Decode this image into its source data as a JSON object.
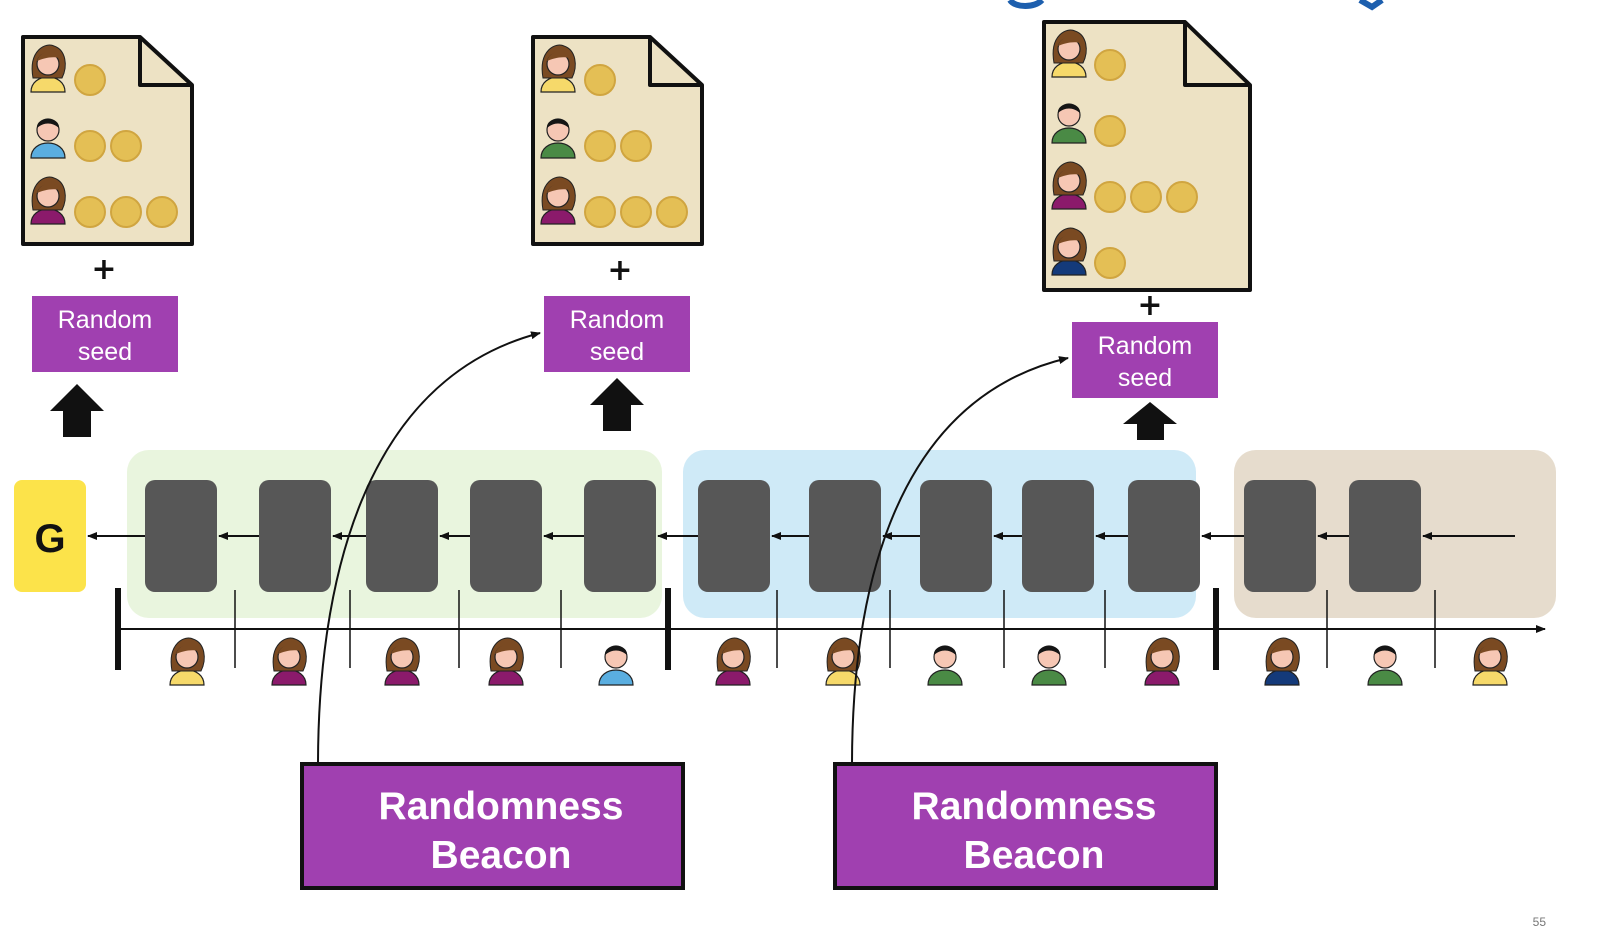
{
  "colors": {
    "accent_purple": "#a040b0",
    "block": "#575757",
    "epoch1_bg": "#e9f5de",
    "epoch2_bg": "#cfeaf7",
    "epoch3_bg": "#e6dccd",
    "genesis": "#fce34a",
    "document": "#ede2c4",
    "coin": "#e4bf55",
    "user_yellow": "#f6d96a",
    "user_blue": "#5aaee0",
    "user_purple": "#8b1a6b",
    "user_green": "#4a8a45",
    "user_navy": "#143a7a"
  },
  "genesis": {
    "label": "G"
  },
  "documents": [
    {
      "plus": "+",
      "seed_label": [
        "Random",
        "seed"
      ],
      "stakes": [
        {
          "user": "yellow-female",
          "coins": 1
        },
        {
          "user": "blue-male",
          "coins": 2
        },
        {
          "user": "purple-female",
          "coins": 3
        }
      ]
    },
    {
      "plus": "+",
      "seed_label": [
        "Random",
        "seed"
      ],
      "stakes": [
        {
          "user": "yellow-female",
          "coins": 1
        },
        {
          "user": "green-male",
          "coins": 2
        },
        {
          "user": "purple-female",
          "coins": 3
        }
      ]
    },
    {
      "plus": "+",
      "seed_label": [
        "Random",
        "seed"
      ],
      "stakes": [
        {
          "user": "yellow-female",
          "coins": 1
        },
        {
          "user": "green-male",
          "coins": 1
        },
        {
          "user": "purple-female",
          "coins": 3
        },
        {
          "user": "navy-female",
          "coins": 1
        }
      ]
    }
  ],
  "epochs": [
    {
      "blocks": 5
    },
    {
      "blocks": 5
    },
    {
      "blocks": 2
    }
  ],
  "slot_leaders": [
    "yellow-female",
    "purple-female",
    "purple-female",
    "purple-female",
    "blue-male",
    "purple-female",
    "yellow-female",
    "green-male",
    "green-male",
    "purple-female",
    "navy-female",
    "green-male",
    "yellow-female"
  ],
  "beacons": [
    {
      "label": [
        "Randomness",
        "Beacon"
      ]
    },
    {
      "label": [
        "Randomness",
        "Beacon"
      ]
    }
  ],
  "page_number": "55"
}
